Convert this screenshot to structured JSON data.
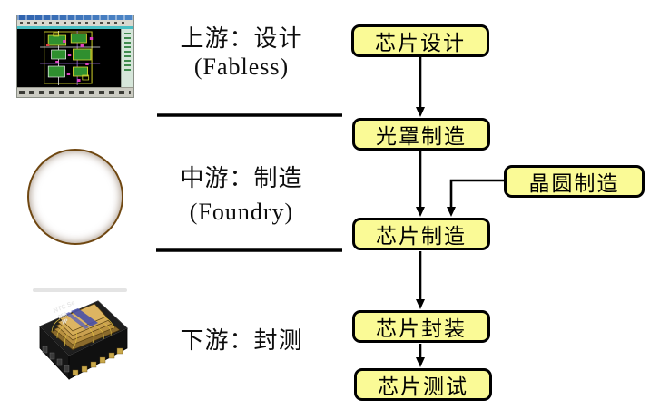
{
  "page": {
    "background": "#ffffff",
    "line_color": "#000000"
  },
  "sections": {
    "upstream": {
      "label_cn": "上游：设计",
      "label_en": "(Fabless)"
    },
    "midstream": {
      "label_cn": "中游：制造",
      "label_en": "(Foundry)"
    },
    "downstream": {
      "label_cn": "下游：封测"
    }
  },
  "flowchart": {
    "box_fill": "#FAFA96",
    "box_border": "#000000",
    "nodes": [
      {
        "id": "chip-design",
        "label": "芯片设计"
      },
      {
        "id": "photomask-manufacturing",
        "label": "光罩制造"
      },
      {
        "id": "wafer-manufacturing",
        "label": "晶圆制造"
      },
      {
        "id": "chip-manufacturing",
        "label": "芯片制造"
      },
      {
        "id": "chip-packaging",
        "label": "芯片封装"
      },
      {
        "id": "chip-testing",
        "label": "芯片测试"
      }
    ]
  },
  "images": {
    "eda_screenshot": {
      "name": "ic-layout-design-software-screenshot"
    },
    "wafer_photo": {
      "name": "silicon-wafer-photo"
    },
    "chip_photo": {
      "name": "packaged-chip-photo",
      "marking_line1": "NTC Se",
      "marking_line2": "256",
      "marking_line3": "1P"
    }
  }
}
